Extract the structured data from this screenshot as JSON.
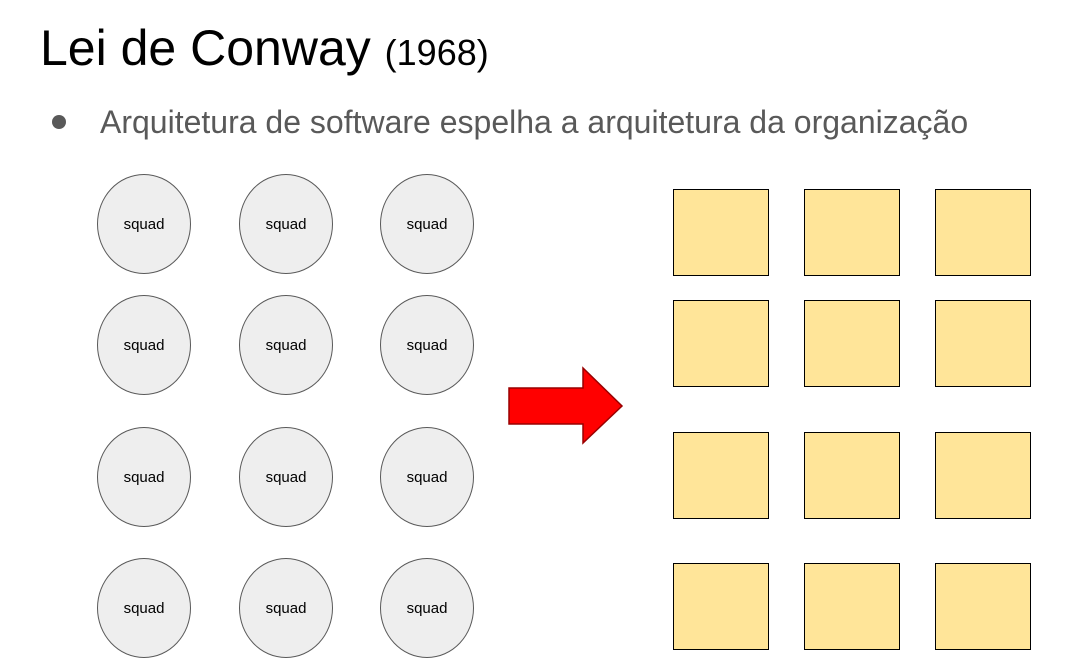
{
  "slide": {
    "title": "Lei de Conway",
    "title_year": "(1968)",
    "bullet": "Arquitetura de software espelha a arquitetura da organização"
  },
  "squads": [
    {
      "label": "squad"
    },
    {
      "label": "squad"
    },
    {
      "label": "squad"
    },
    {
      "label": "squad"
    },
    {
      "label": "squad"
    },
    {
      "label": "squad"
    },
    {
      "label": "squad"
    },
    {
      "label": "squad"
    },
    {
      "label": "squad"
    },
    {
      "label": "squad"
    },
    {
      "label": "squad"
    },
    {
      "label": "squad"
    }
  ],
  "colors": {
    "squad_fill": "#eeeeee",
    "squad_border": "#595959",
    "module_fill": "#ffe599",
    "module_border": "#000000",
    "arrow_fill": "#ff0000",
    "arrow_border": "#990000",
    "bullet_text": "#595959"
  },
  "icons": {
    "arrow": "right-arrow-icon",
    "bullet": "bullet-icon"
  }
}
